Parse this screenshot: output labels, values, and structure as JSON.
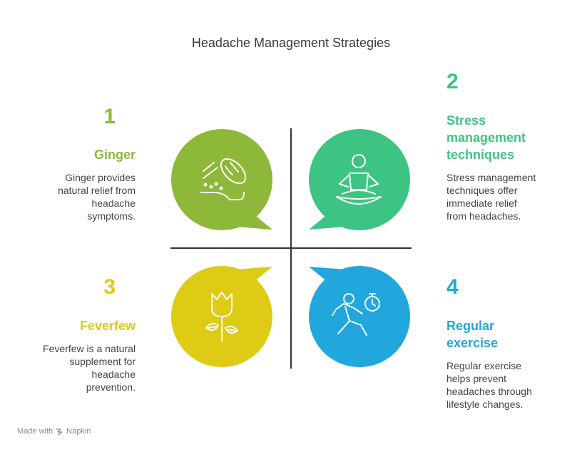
{
  "title": "Headache Management Strategies",
  "colors": {
    "ginger": "#8DB83A",
    "stress": "#3EC482",
    "feverfew": "#DDCB16",
    "exercise": "#21A7DB",
    "divider": "#333333"
  },
  "items": [
    {
      "number": "1",
      "heading": "Ginger",
      "description": [
        "Ginger provides",
        "natural relief from",
        "headache",
        "symptoms."
      ],
      "icon": "ginger-root-icon"
    },
    {
      "number": "2",
      "heading": [
        "Stress",
        "management",
        "techniques"
      ],
      "description": [
        "Stress management",
        "techniques offer",
        "immediate relief",
        "from headaches."
      ],
      "icon": "meditation-icon"
    },
    {
      "number": "3",
      "heading": "Feverfew",
      "description": [
        "Feverfew is a natural",
        "supplement for",
        "headache",
        "prevention."
      ],
      "icon": "tulip-flower-icon"
    },
    {
      "number": "4",
      "heading": [
        "Regular",
        "exercise"
      ],
      "description": [
        "Regular exercise",
        "helps prevent",
        "headaches through",
        "lifestyle changes."
      ],
      "icon": "running-stopwatch-icon"
    }
  ],
  "footer": {
    "made_with": "Made with",
    "brand": "Napkin"
  }
}
